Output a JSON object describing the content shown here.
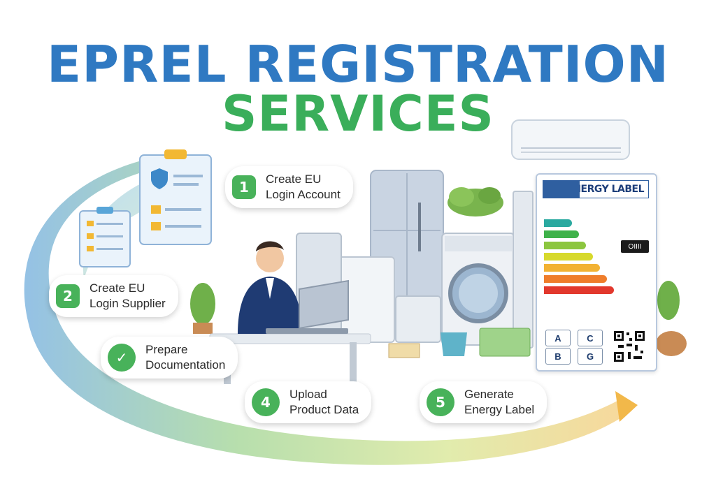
{
  "title": {
    "line1": "EPREL REGISTRATION",
    "line2": "SERVICES"
  },
  "steps": [
    {
      "number": "1",
      "line1": "Create EU",
      "line2": "Login Account"
    },
    {
      "number": "2",
      "line1": "Create EU",
      "line2": "Login Supplier"
    },
    {
      "number": "✓",
      "line1": "Prepare",
      "line2": "Documentation"
    },
    {
      "number": "4",
      "line1": "Upload",
      "line2": "Product Data"
    },
    {
      "number": "5",
      "line1": "Generate",
      "line2": "Energy Label"
    }
  ],
  "energy_label": {
    "heading": "ENERGY LABEL",
    "badge": "OIIII",
    "classes": [
      "A",
      "C",
      "B",
      "G"
    ],
    "bar_colors": [
      "#2aa9a0",
      "#3fb24a",
      "#8cc63f",
      "#d7d92c",
      "#f2b233",
      "#ef7d2b",
      "#e2382d"
    ]
  },
  "colors": {
    "title_blue": "#2f79c2",
    "title_green": "#3aae5a",
    "step_green": "#48b25a"
  }
}
